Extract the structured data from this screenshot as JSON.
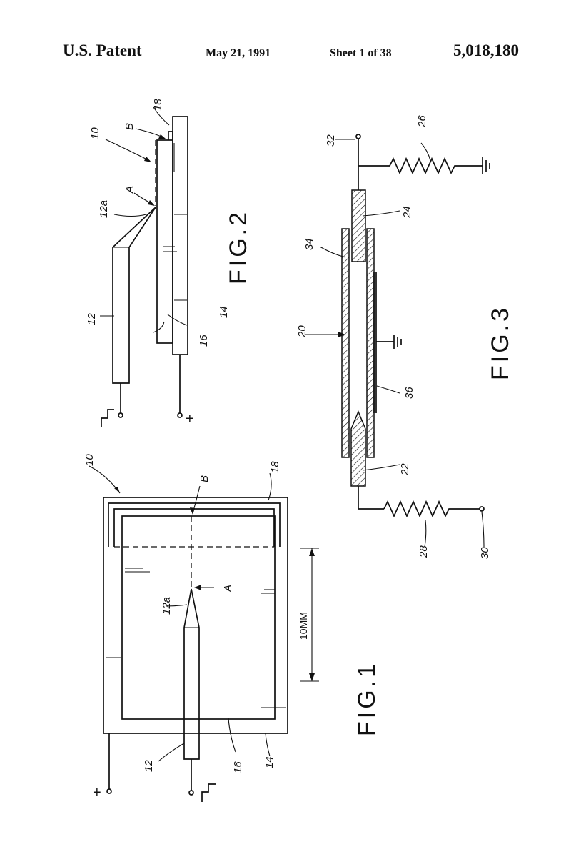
{
  "header": {
    "left": "U.S. Patent",
    "date": "May 21, 1991",
    "sheet": "Sheet 1 of 38",
    "number": "5,018,180"
  },
  "fig1": {
    "title": "FIG.1",
    "labels": {
      "assembly": "10",
      "point_b": "B",
      "electrode18": "18",
      "point_a": "A",
      "tip": "12a",
      "dimension": "10MM",
      "needle": "12",
      "plate16": "16",
      "plate14": "14",
      "plus": "+"
    }
  },
  "fig2": {
    "title": "FIG.2",
    "labels": {
      "assembly": "10",
      "point_b": "B",
      "electrode18": "18",
      "point_a": "A",
      "tip": "12a",
      "needle": "12",
      "plate16": "16",
      "plate14": "14",
      "plus": "+"
    }
  },
  "fig3": {
    "title": "FIG.3",
    "labels": {
      "terminal32": "32",
      "resistor26": "26",
      "electrode24": "24",
      "tube34": "34",
      "assembly20": "20",
      "tube36": "36",
      "electrode22": "22",
      "resistor28": "28",
      "terminal30": "30"
    }
  }
}
